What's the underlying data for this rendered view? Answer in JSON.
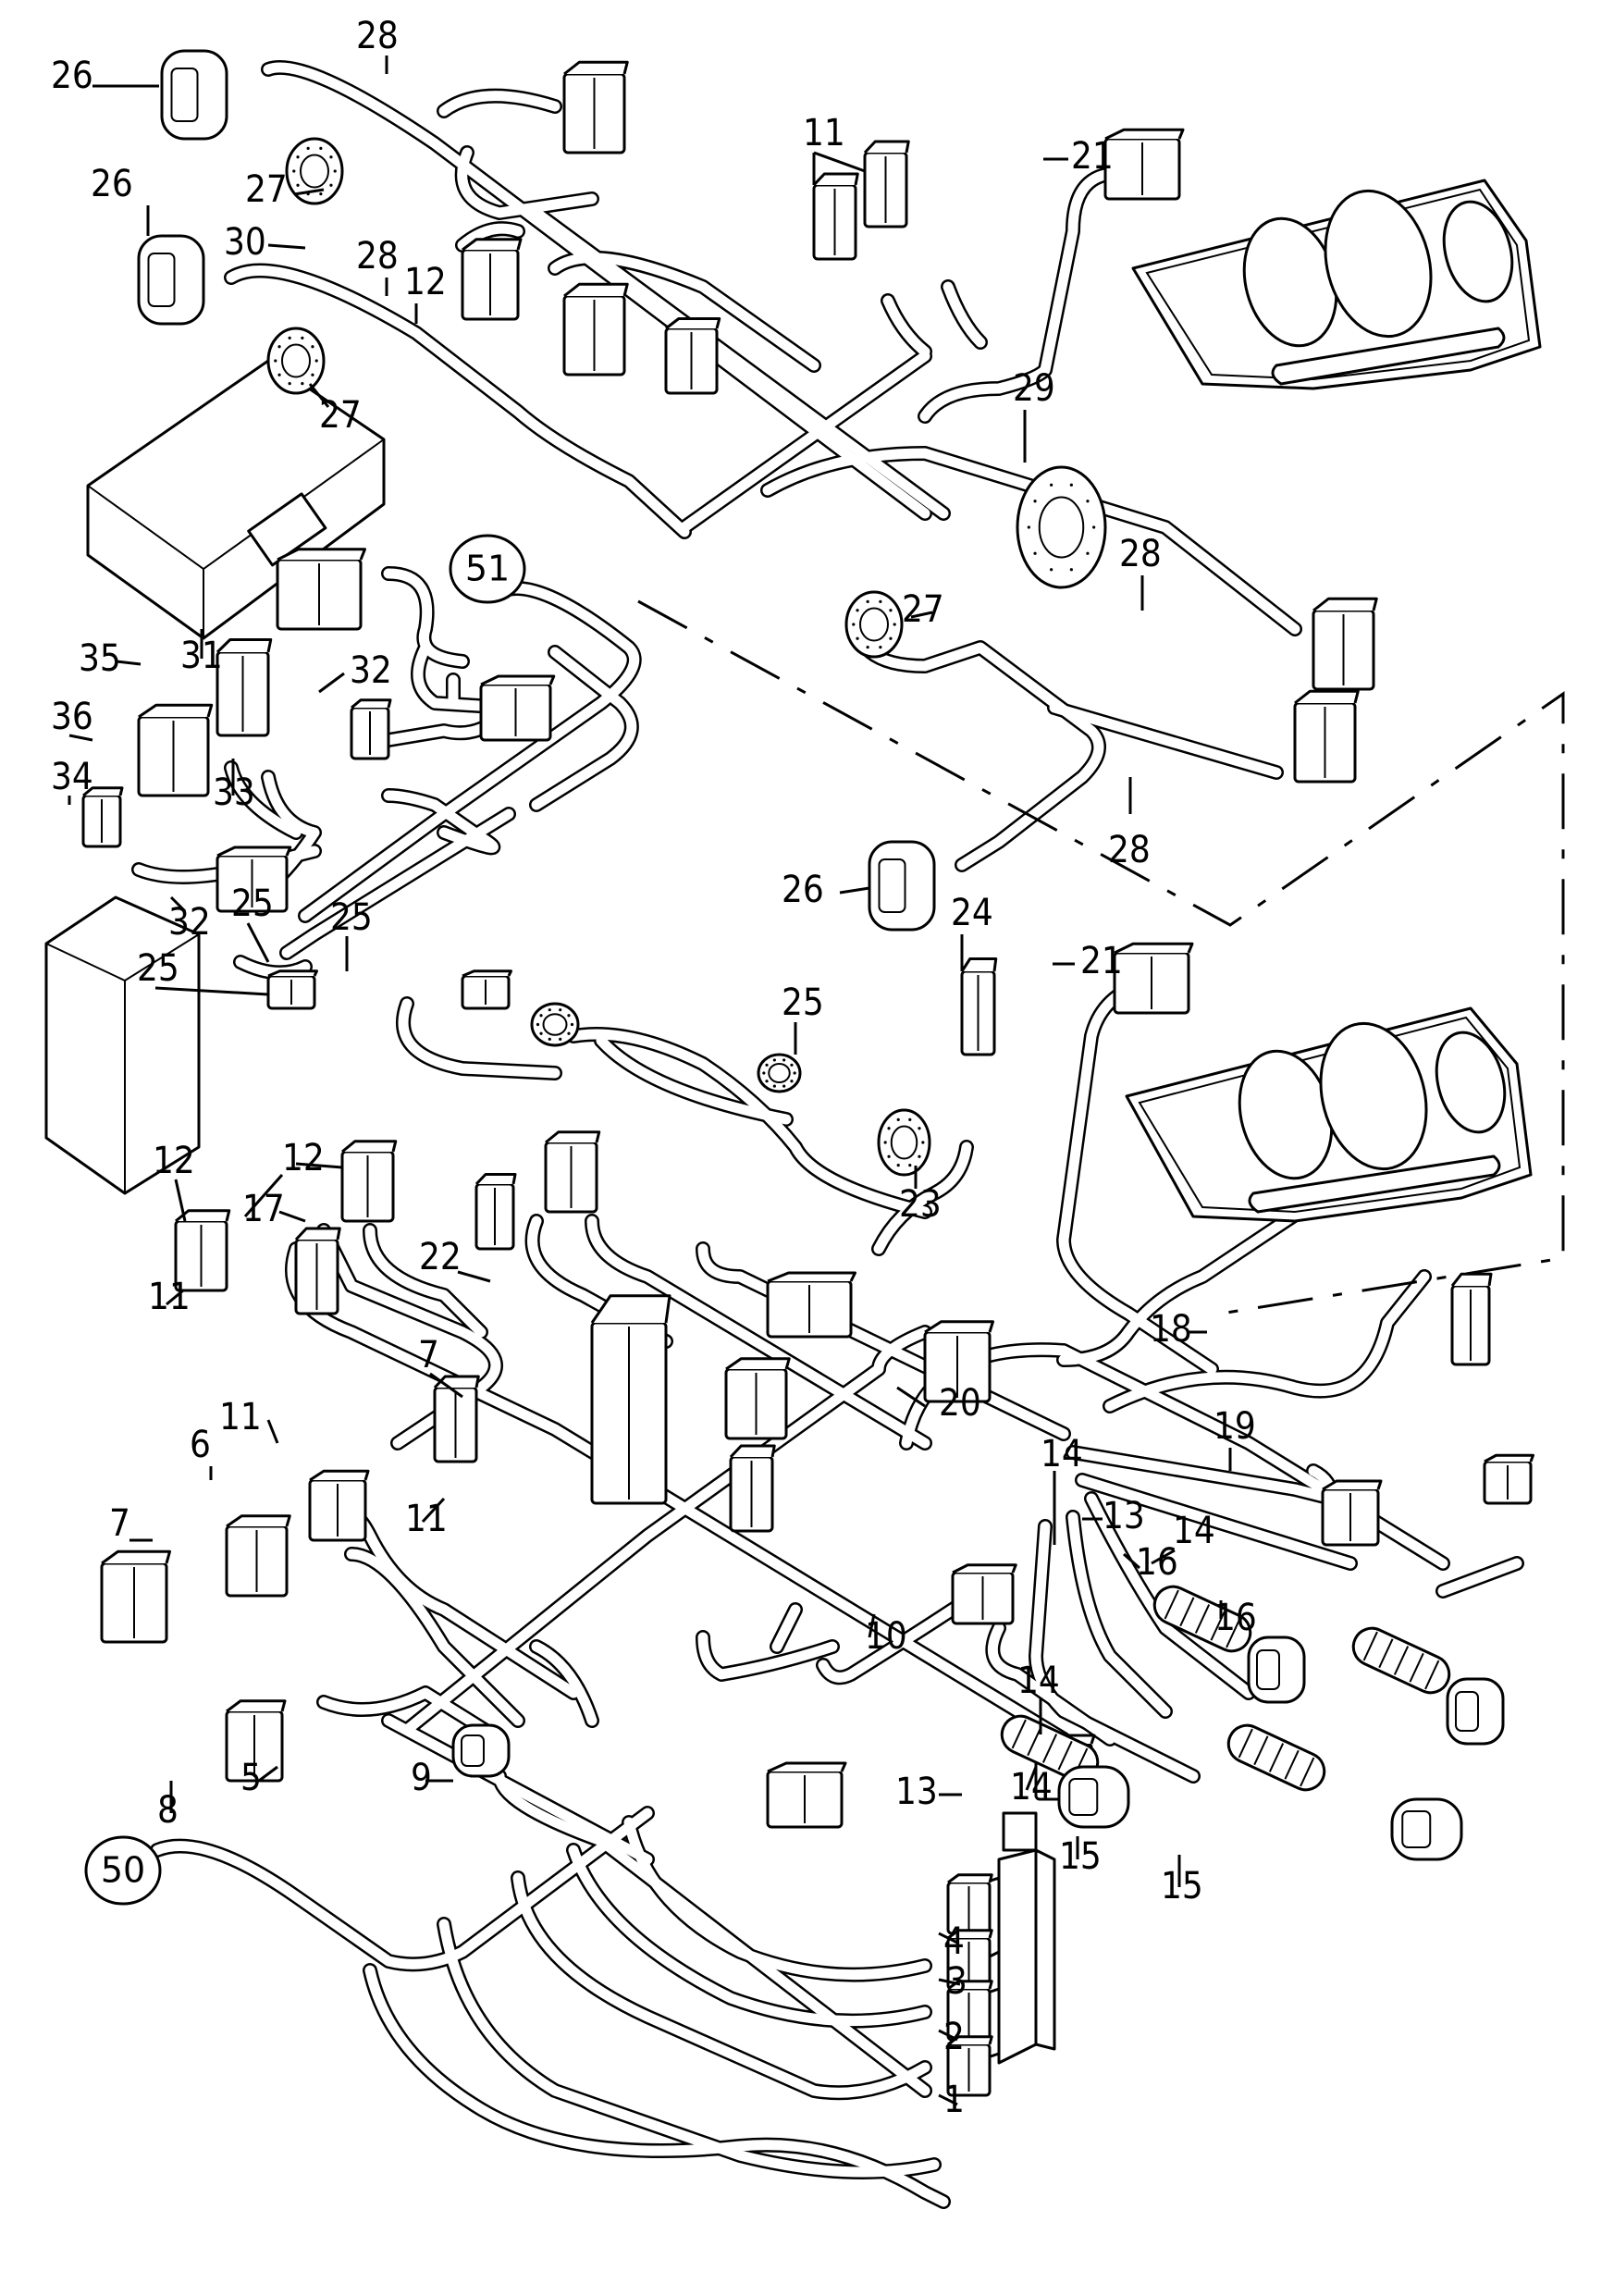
{
  "diagram": {
    "type": "exploded wiring harness parts diagram",
    "reference_circles": [
      {
        "id": "ref-51",
        "label": "51"
      },
      {
        "id": "ref-50",
        "label": "50"
      }
    ],
    "callouts": [
      {
        "id": "c-26a",
        "label": "26"
      },
      {
        "id": "c-28a",
        "label": "28"
      },
      {
        "id": "c-27a",
        "label": "27"
      },
      {
        "id": "c-26b",
        "label": "26"
      },
      {
        "id": "c-30",
        "label": "30"
      },
      {
        "id": "c-28b",
        "label": "28"
      },
      {
        "id": "c-12a",
        "label": "12"
      },
      {
        "id": "c-27b",
        "label": "27"
      },
      {
        "id": "c-11a",
        "label": "11"
      },
      {
        "id": "c-21a",
        "label": "21"
      },
      {
        "id": "c-29",
        "label": "29"
      },
      {
        "id": "c-28c",
        "label": "28"
      },
      {
        "id": "c-27c",
        "label": "27"
      },
      {
        "id": "c-28d",
        "label": "28"
      },
      {
        "id": "c-26c",
        "label": "26"
      },
      {
        "id": "c-31",
        "label": "31"
      },
      {
        "id": "c-32a",
        "label": "32"
      },
      {
        "id": "c-35",
        "label": "35"
      },
      {
        "id": "c-36",
        "label": "36"
      },
      {
        "id": "c-33",
        "label": "33"
      },
      {
        "id": "c-34",
        "label": "34"
      },
      {
        "id": "c-32b",
        "label": "32"
      },
      {
        "id": "c-25a",
        "label": "25"
      },
      {
        "id": "c-25b",
        "label": "25"
      },
      {
        "id": "c-25c",
        "label": "25"
      },
      {
        "id": "c-25d",
        "label": "25"
      },
      {
        "id": "c-24",
        "label": "24"
      },
      {
        "id": "c-21b",
        "label": "21"
      },
      {
        "id": "c-23",
        "label": "23"
      },
      {
        "id": "c-12b",
        "label": "12"
      },
      {
        "id": "c-12c",
        "label": "12"
      },
      {
        "id": "c-17",
        "label": "17"
      },
      {
        "id": "c-11b",
        "label": "11"
      },
      {
        "id": "c-22",
        "label": "22"
      },
      {
        "id": "c-7a",
        "label": "7"
      },
      {
        "id": "c-20",
        "label": "20"
      },
      {
        "id": "c-18",
        "label": "18"
      },
      {
        "id": "c-11c",
        "label": "11"
      },
      {
        "id": "c-19",
        "label": "19"
      },
      {
        "id": "c-6",
        "label": "6"
      },
      {
        "id": "c-11d",
        "label": "11"
      },
      {
        "id": "c-14a",
        "label": "14"
      },
      {
        "id": "c-13a",
        "label": "13"
      },
      {
        "id": "c-7b",
        "label": "7"
      },
      {
        "id": "c-14b",
        "label": "14"
      },
      {
        "id": "c-16a",
        "label": "16"
      },
      {
        "id": "c-16b",
        "label": "16"
      },
      {
        "id": "c-10",
        "label": "10"
      },
      {
        "id": "c-8",
        "label": "8"
      },
      {
        "id": "c-5",
        "label": "5"
      },
      {
        "id": "c-9",
        "label": "9"
      },
      {
        "id": "c-13b",
        "label": "13"
      },
      {
        "id": "c-14c",
        "label": "14"
      },
      {
        "id": "c-14d",
        "label": "14"
      },
      {
        "id": "c-15a",
        "label": "15"
      },
      {
        "id": "c-15b",
        "label": "15"
      },
      {
        "id": "c-4",
        "label": "4"
      },
      {
        "id": "c-3",
        "label": "3"
      },
      {
        "id": "c-2",
        "label": "2"
      },
      {
        "id": "c-1",
        "label": "1"
      }
    ]
  }
}
